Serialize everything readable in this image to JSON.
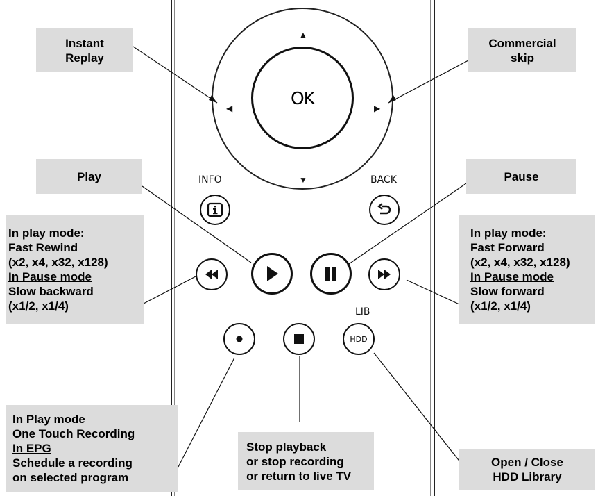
{
  "remote": {
    "ok_label": "OK",
    "info_label": "INFO",
    "back_label": "BACK",
    "lib_label": "LIB",
    "hdd_label": "HDD"
  },
  "callouts": {
    "instant_replay": [
      "Instant",
      "Replay"
    ],
    "commercial_skip": [
      "Commercial",
      "skip"
    ],
    "play": "Play",
    "pause": "Pause",
    "rewind": {
      "mode1": "In play mode",
      "colon": ":",
      "line1": "Fast Rewind",
      "line2": "(x2, x4, x32, x128)",
      "mode2": "In Pause mode",
      "line3": "Slow backward",
      "line4": "(x1/2, x1/4)"
    },
    "forward": {
      "mode1": "In play mode",
      "colon": ":",
      "line1": "Fast Forward",
      "line2": "(x2, x4, x32, x128)",
      "mode2": "In Pause mode",
      "line3": "Slow forward",
      "line4": "(x1/2, x1/4)"
    },
    "record": {
      "mode1": "In Play mode",
      "line1": "One Touch Recording",
      "mode2": "In EPG",
      "line2": "Schedule a recording",
      "line3": "on selected program"
    },
    "stop": [
      "Stop playback",
      "or stop recording",
      "or return to live TV"
    ],
    "hdd_library": [
      "Open / Close",
      "HDD Library"
    ]
  }
}
